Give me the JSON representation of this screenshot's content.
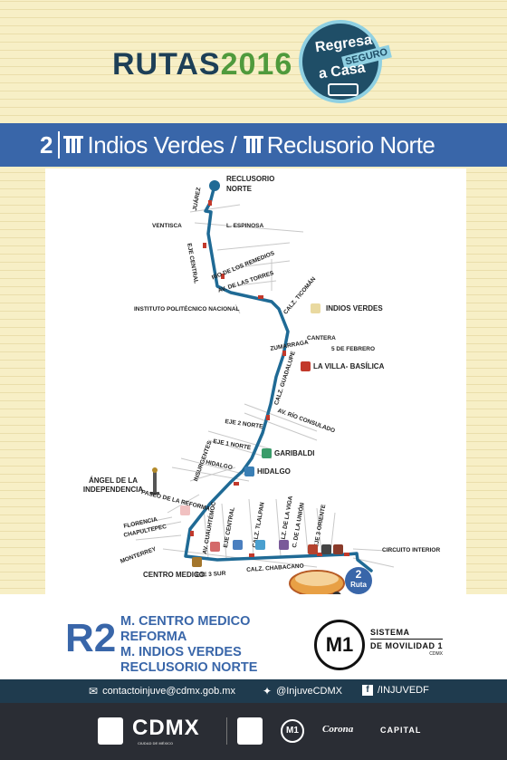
{
  "header": {
    "title_main": "RUTAS",
    "title_year": "2016",
    "badge": {
      "line1": "Regresa",
      "line2": "SEGURO",
      "line3": "a Casa"
    }
  },
  "route_bar": {
    "number": "2",
    "origin": "Indios Verdes",
    "separator": "/",
    "destination": "Reclusorio Norte"
  },
  "map": {
    "terminal_top": "RECLUSORIO NORTE",
    "route_badge_number": "2",
    "route_badge_label": "Ruta",
    "street_labels": {
      "juarez": "JUÁREZ",
      "ventisca": "VENTISCA",
      "l_espinosa": "L. ESPINOSA",
      "eje_central_top": "EJE CENTRAL",
      "rio_remedios": "RÍO DE LOS REMEDIOS",
      "av_torres": "AV. DE LAS TORRES",
      "ipn": "INSTITUTO POLITÉCNICO NACIONAL",
      "calz_ticoman": "CALZ. TICOMÁN",
      "cantera": "CANTERA",
      "zumarraga": "ZUMARRAGA",
      "seis_febrero": "5 DE FEBRERO",
      "calz_guadalupe": "CALZ. GUADALUPE",
      "av_rio_consulado": "AV. RÍO CONSULADO",
      "eje_2_norte": "EJE 2 NORTE",
      "eje_1_norte": "EJE 1 NORTE",
      "insurgentes": "INSURGENTES",
      "hidalgo_st": "HIDALGO",
      "paseo_reforma": "PASEO DE LA REFORMA",
      "florencia": "FLORENCIA",
      "chapultepec": "CHAPULTEPEC",
      "monterrey": "MONTERREY",
      "av_cuauhtemoc": "AV. CUAUHTÉMOC",
      "eje_central_bottom": "EJE CENTRAL",
      "calz_tlalpan": "CALZ. TLALPAN",
      "calz_viga": "CALZ. DE LA VIGA",
      "c_union": "C. DE LA UNIÓN",
      "eje_3_oriente": "EJE 3 ORIENTE",
      "eje_3_sur": "EJE 3 SUR",
      "calz_chabacano": "CALZ. CHABACANO",
      "circuito_interior": "CIRCUITO INTERIOR"
    },
    "stations": {
      "indios_verdes": "INDIOS VERDES",
      "la_villa": "LA VILLA- BASÍLICA",
      "garibaldi": "GARIBALDI",
      "hidalgo": "HIDALGO",
      "angel": "ÁNGEL DE LA INDEPENDENCIA",
      "centro_medico": "CENTRO MEDICO"
    }
  },
  "summary": {
    "code": "R2",
    "stops": [
      "M. CENTRO MEDICO",
      "REFORMA",
      "M. INDIOS VERDES",
      "RECLUSORIO NORTE"
    ]
  },
  "m1": {
    "logo_text": "M1",
    "line1": "SISTEMA",
    "line2": "DE MOVILIDAD 1",
    "line3": "CDMX"
  },
  "contact": {
    "email": "contactoinjuve@cdmx.gob.mx",
    "twitter": "@InjuveCDMX",
    "facebook": "/INJUVEDF"
  },
  "footer": {
    "cdmx": "CDMX",
    "cdmx_sub": "CIUDAD DE MÉXICO",
    "m1": "M1",
    "corona": "Corona",
    "capital": "CAPITAL"
  },
  "colors": {
    "route_blue": "#3966a9",
    "route_line": "#1f6a95",
    "header_navy": "#1d3f57",
    "accent_green": "#4f9a3c",
    "contact_bg": "#1f3b4e",
    "footer_bg": "#2a2d34"
  }
}
